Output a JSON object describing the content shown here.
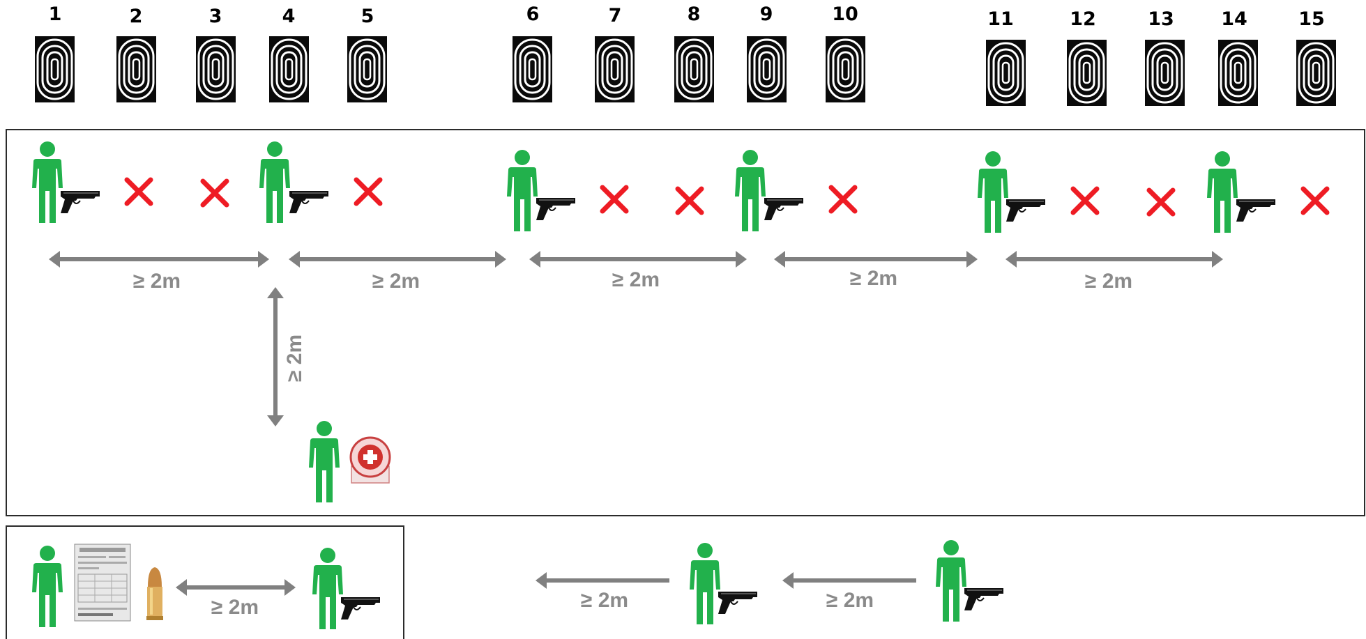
{
  "lanes": {
    "numbers": [
      "1",
      "2",
      "3",
      "4",
      "5",
      "6",
      "7",
      "8",
      "9",
      "10",
      "11",
      "12",
      "13",
      "14",
      "15"
    ]
  },
  "distances": {
    "horizontal_1": "≥ 2m",
    "horizontal_2": "≥ 2m",
    "horizontal_3": "≥ 2m",
    "horizontal_4": "≥ 2m",
    "horizontal_5": "≥ 2m",
    "vertical": "≥ 2m",
    "bottom_box": "≥ 2m",
    "bottom_queue_1": "≥ 2m",
    "bottom_queue_2": "≥ 2m"
  },
  "colors": {
    "person": "#22b14c",
    "x_mark": "#ee1c24",
    "arrow": "#808080",
    "frame": "#2b2b2b"
  },
  "icons": [
    "target-icon",
    "person-icon",
    "pistol-icon",
    "x-mark-icon",
    "range-officer-badge-icon",
    "score-sheet-icon",
    "ammunition-icon",
    "double-arrow-icon",
    "left-arrow-icon"
  ]
}
